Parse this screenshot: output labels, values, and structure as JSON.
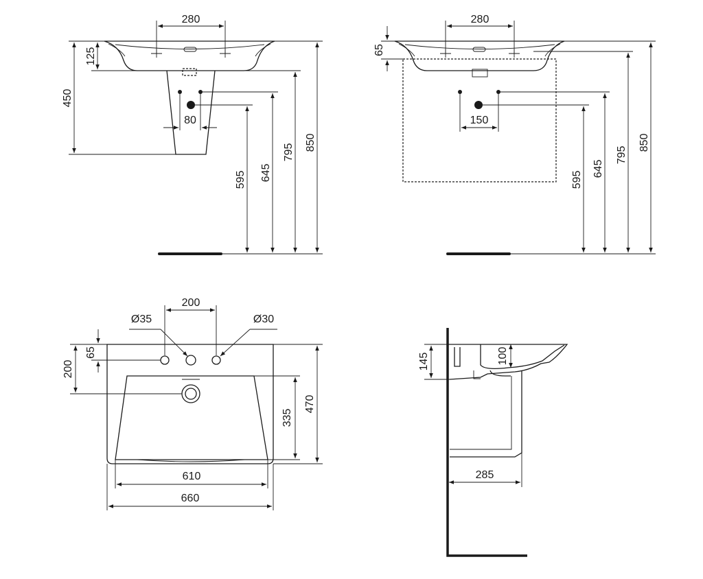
{
  "views": {
    "front_pedestal": {
      "dims": {
        "tap_spacing": "280",
        "rim_drop": "125",
        "basin_to_pedestal": "450",
        "supply_spacing": "80",
        "waste_height": "595",
        "supply_height": "645",
        "basin_bottom_height": "795",
        "rim_height": "850"
      }
    },
    "front_wall_hung": {
      "dims": {
        "tap_spacing": "280",
        "rim_drop": "65",
        "supply_spacing": "150",
        "waste_height": "595",
        "supply_height": "645",
        "basin_bottom_height": "795",
        "rim_height": "850"
      }
    },
    "plan": {
      "dims": {
        "tap_hole_diameter": "Ø35",
        "overflow_diameter": "Ø30",
        "hole_spacing": "200",
        "hole_offset": "65",
        "waste_offset": "200",
        "bowl_depth": "335",
        "overall_depth": "470",
        "bowl_width": "610",
        "overall_width": "660"
      }
    },
    "side": {
      "dims": {
        "rim_to_outlet": "145",
        "bowl_depth": "100",
        "pedestal_projection": "285"
      }
    }
  },
  "colors": {
    "ink": "#1a1a1a",
    "background": "#ffffff"
  }
}
